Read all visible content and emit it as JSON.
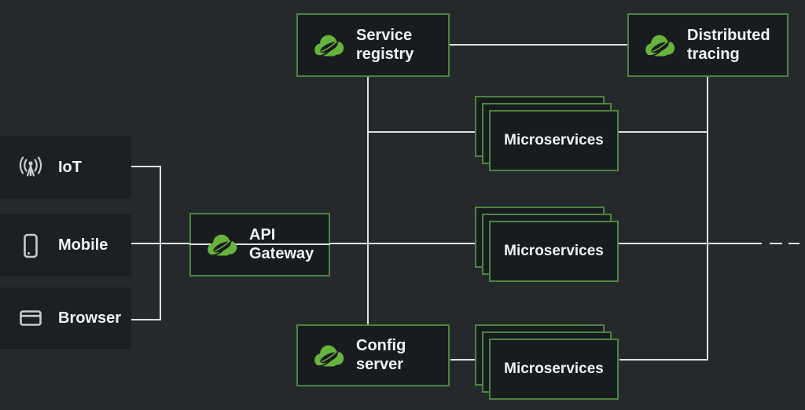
{
  "colors": {
    "background": "#26292c",
    "node_fill": "#181c1f",
    "client_fill": "#1c2023",
    "box_border": "#4f8340",
    "logo_green": "#68b33c",
    "line": "#dfe1e2",
    "icon_gray": "#c8cbce",
    "text": "#f0f2f3"
  },
  "clients": [
    {
      "label": "IoT",
      "icon": "iot-antenna-icon"
    },
    {
      "label": "Mobile",
      "icon": "mobile-phone-icon"
    },
    {
      "label": "Browser",
      "icon": "browser-window-icon"
    }
  ],
  "nodes": {
    "service_registry": {
      "label": "Service registry",
      "icon": "spring-cloud-icon"
    },
    "distributed_tracing": {
      "label": "Distributed tracing",
      "icon": "spring-cloud-icon"
    },
    "api_gateway": {
      "label": "API Gateway",
      "icon": "spring-cloud-icon"
    },
    "config_server": {
      "label": "Config server",
      "icon": "spring-cloud-icon"
    }
  },
  "stacks": [
    {
      "label": "Microservices"
    },
    {
      "label": "Microservices"
    },
    {
      "label": "Microservices"
    }
  ],
  "connectors": {
    "solid": [
      [
        167,
        212,
        205,
        212
      ],
      [
        204,
        211,
        204,
        408
      ],
      [
        167,
        407,
        205,
        407
      ],
      [
        167,
        310,
        604,
        310
      ],
      [
        468,
        98,
        468,
        414
      ],
      [
        468,
        168,
        605,
        168
      ],
      [
        572,
        57,
        798,
        57
      ],
      [
        787,
        168,
        901,
        168
      ],
      [
        900,
        97,
        900,
        459
      ],
      [
        786,
        310,
        969,
        310
      ],
      [
        573,
        458,
        605,
        458
      ],
      [
        788,
        458,
        901,
        458
      ]
    ],
    "dashed": [
      [
        979,
        310,
        995,
        310
      ],
      [
        1003,
        310,
        1017,
        310
      ]
    ]
  }
}
